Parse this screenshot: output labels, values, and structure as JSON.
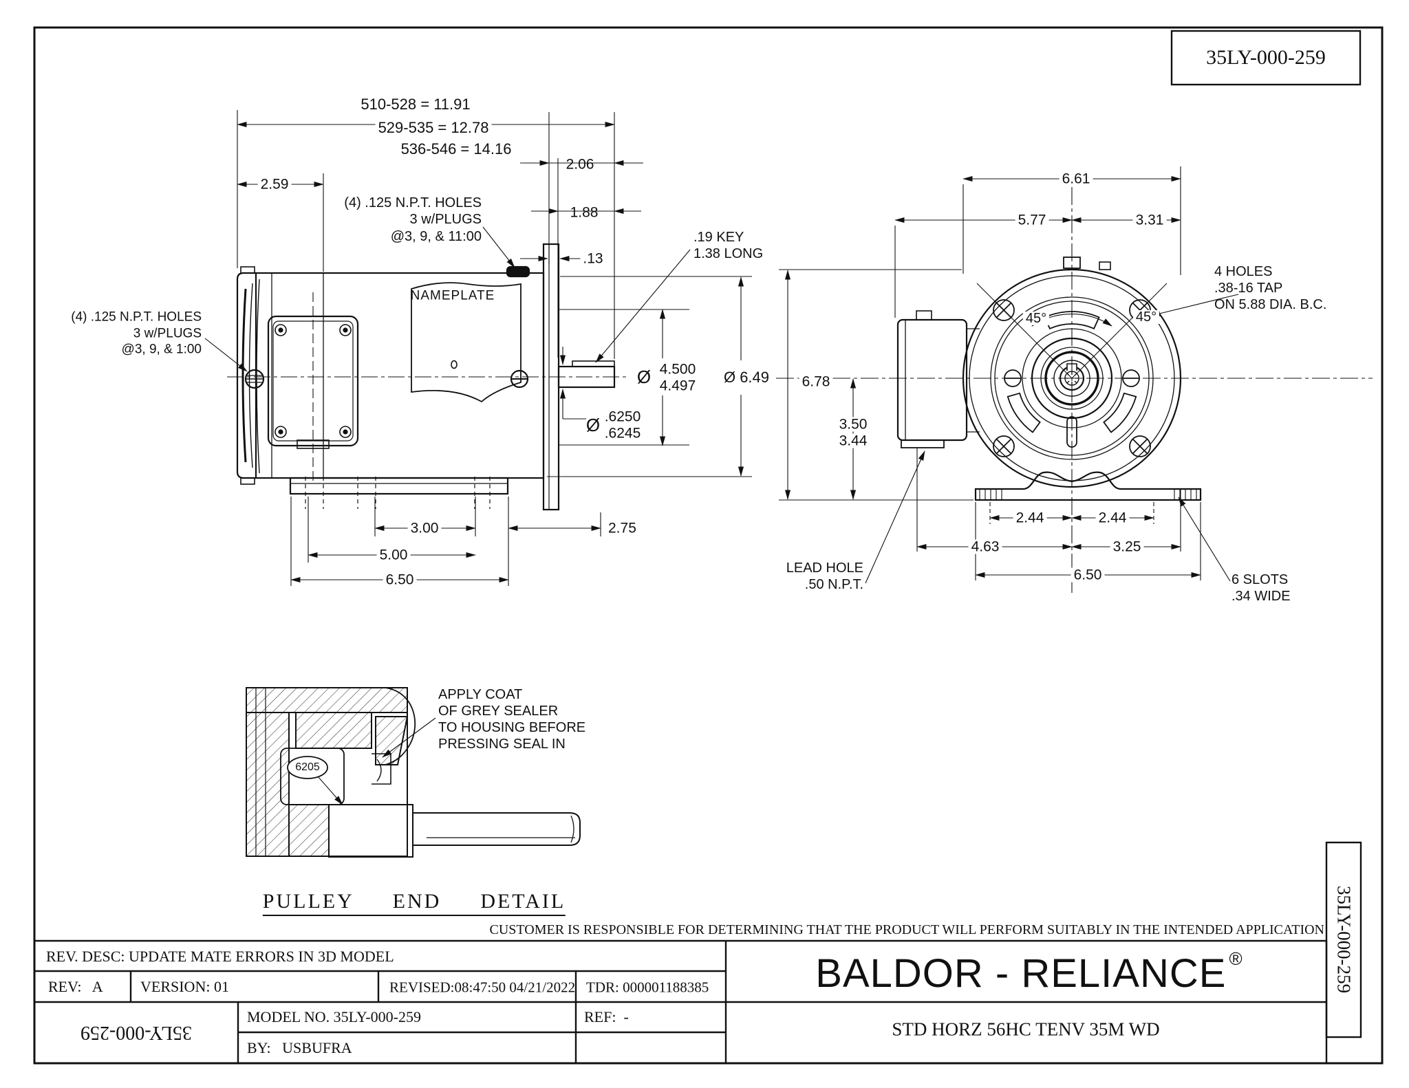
{
  "header": {
    "part_number_top": "35LY-000-259",
    "part_number_side": "35LY-000-259"
  },
  "side_view": {
    "stack_dims": [
      "510-528 = 11.91",
      "529-535 = 12.78",
      "536-546 = 14.16"
    ],
    "dim_fan": "2.59",
    "dim_shaft_ext": "2.06",
    "dim_key": "1.88",
    "dim_flange_thk": ".13",
    "npt_top": [
      "(4) .125 N.P.T. HOLES",
      "3 w/PLUGS",
      "@3, 9, & 11:00"
    ],
    "npt_left": [
      "(4) .125 N.P.T. HOLES",
      "3 w/PLUGS",
      "@3, 9, & 1:00"
    ],
    "key_note": [
      ".19 KEY",
      "1.38 LONG"
    ],
    "dia_bc_sym": "Ø",
    "dia_bc": [
      "4.500",
      "4.497"
    ],
    "dia_body": "Ø 6.49",
    "dia_shaft_sym": "Ø",
    "dia_shaft": [
      ".6250",
      ".6245"
    ],
    "nameplate": "NAMEPLATE",
    "base_dims": [
      "3.00",
      "5.00",
      "6.50"
    ],
    "dim_overhang": "2.75"
  },
  "front_view": {
    "dim_width": "6.61",
    "dim_left": "5.77",
    "dim_right": "3.31",
    "angle_left": "45°",
    "angle_right": "45°",
    "holes_note": [
      "4 HOLES",
      ".38-16 TAP",
      "ON 5.88 DIA. B.C."
    ],
    "dim_height": "6.78",
    "dim_foot": [
      "3.50",
      "3.44"
    ],
    "dim_feet_inner": [
      "2.44",
      "2.44"
    ],
    "dim_feet_mid": [
      "4.63",
      "3.25"
    ],
    "dim_feet_outer": "6.50",
    "lead_hole": [
      "LEAD HOLE",
      ".50 N.P.T."
    ],
    "slots_note": [
      "6 SLOTS",
      ".34 WIDE"
    ]
  },
  "detail": {
    "note": [
      "APPLY COAT",
      "OF GREY SEALER",
      "TO HOUSING BEFORE",
      "PRESSING SEAL IN"
    ],
    "bearing": "6205",
    "title": "PULLEY  END  DETAIL"
  },
  "disclaimer": "CUSTOMER IS RESPONSIBLE FOR DETERMINING THAT THE PRODUCT WILL PERFORM SUITABLY IN THE INTENDED APPLICATION",
  "title_block": {
    "rev_desc": "REV. DESC: UPDATE MATE ERRORS IN 3D MODEL",
    "rev": "REV:   A",
    "version": "VERSION: 01",
    "revised": "REVISED:08:47:50 04/21/2022",
    "tdr": "TDR: 000001188385",
    "model_no": "MODEL NO. 35LY-000-259",
    "ref": "REF:  -",
    "by": "BY:   USBUFRA",
    "part_number_mirror": "35LY-000-259",
    "brand": "BALDOR - RELIANCE",
    "brand_reg": "®",
    "description": "STD HORZ 56HC TENV 35M WD"
  }
}
